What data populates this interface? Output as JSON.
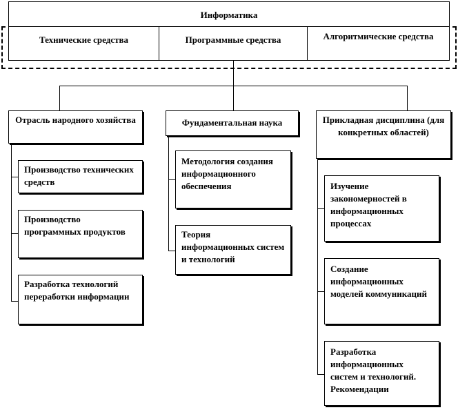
{
  "top": {
    "title": "Информатика",
    "items": [
      "Технические средства",
      "Программные средства",
      "Алгоритмические средства"
    ]
  },
  "columns": {
    "industry": {
      "title": "Отрасль народного хозяйства",
      "items": [
        "Производство технических средств",
        "Производство программных продуктов",
        "Разработка технологий переработки информации"
      ]
    },
    "science": {
      "title": "Фундаментальная наука",
      "items": [
        "Методология создания информационного обеспечения",
        "Теория информационных систем и технологий"
      ]
    },
    "applied": {
      "title": "Прикладная дисциплина (для конкретных областей)",
      "items": [
        "Изучение закономерностей в информационных процессах",
        "Создание информационных моделей коммуникаций",
        "Разработка информационных систем и технологий. Рекомендации"
      ]
    }
  }
}
